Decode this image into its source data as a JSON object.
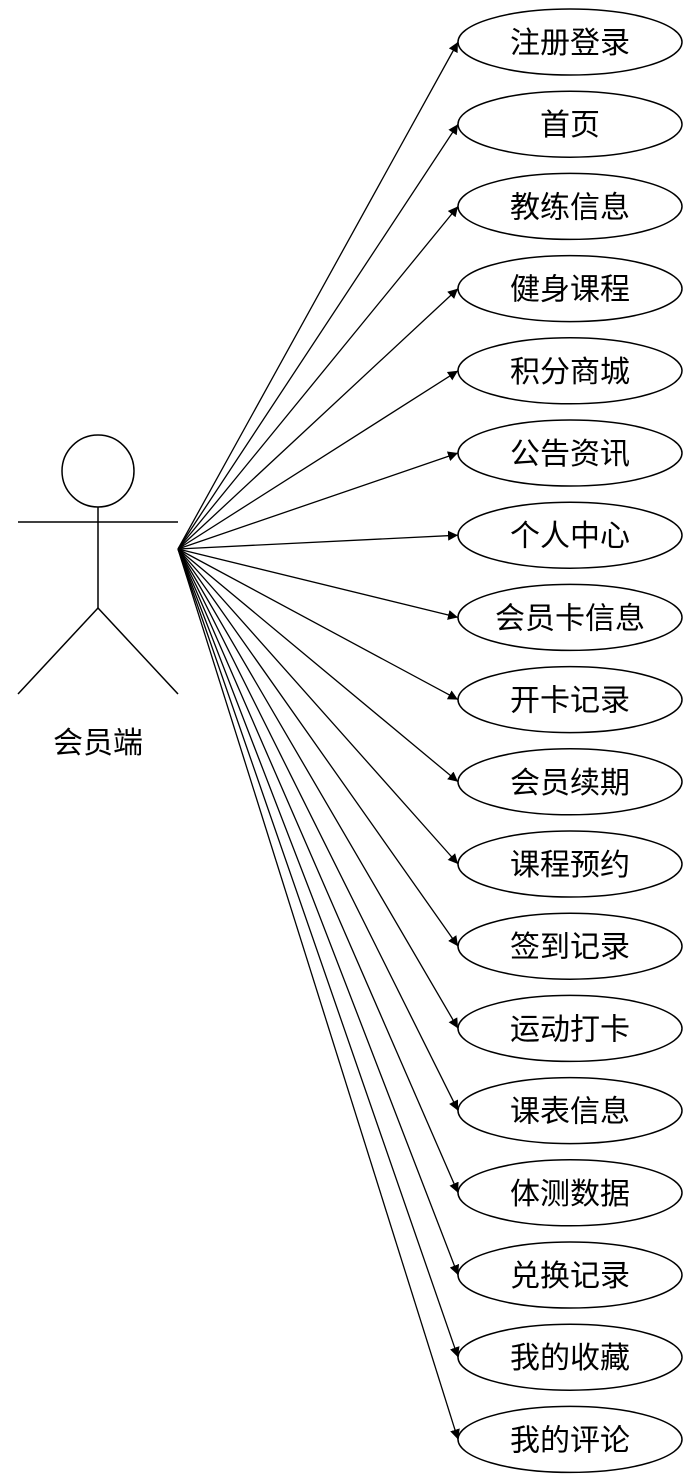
{
  "actor": {
    "label": "会员端"
  },
  "use_cases": [
    "注册登录",
    "首页",
    "教练信息",
    "健身课程",
    "积分商城",
    "公告资讯",
    "个人中心",
    "会员卡信息",
    "开卡记录",
    "会员续期",
    "课程预约",
    "签到记录",
    "运动打卡",
    "课表信息",
    "体测数据",
    "兑换记录",
    "我的收藏",
    "我的评论"
  ],
  "colors": {
    "stroke": "#000000",
    "background": "#ffffff"
  }
}
